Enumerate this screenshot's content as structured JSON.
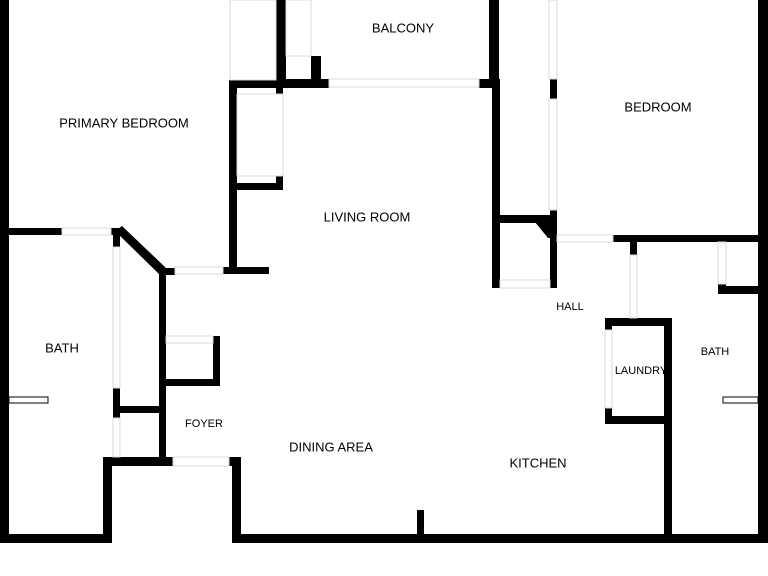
{
  "floor_plan": {
    "rooms": {
      "balcony": "BALCONY",
      "primary_bedroom": "PRIMARY BEDROOM",
      "bedroom": "BEDROOM",
      "living_room": "LIVING ROOM",
      "hall": "HALL",
      "bath_left": "BATH",
      "bath_right": "BATH",
      "laundry": "LAUNDRY",
      "foyer": "FOYER",
      "dining_area": "DINING AREA",
      "kitchen": "KITCHEN"
    },
    "colors": {
      "wall": "#000000",
      "background": "#ffffff",
      "opening": "#d9d9d9"
    }
  }
}
